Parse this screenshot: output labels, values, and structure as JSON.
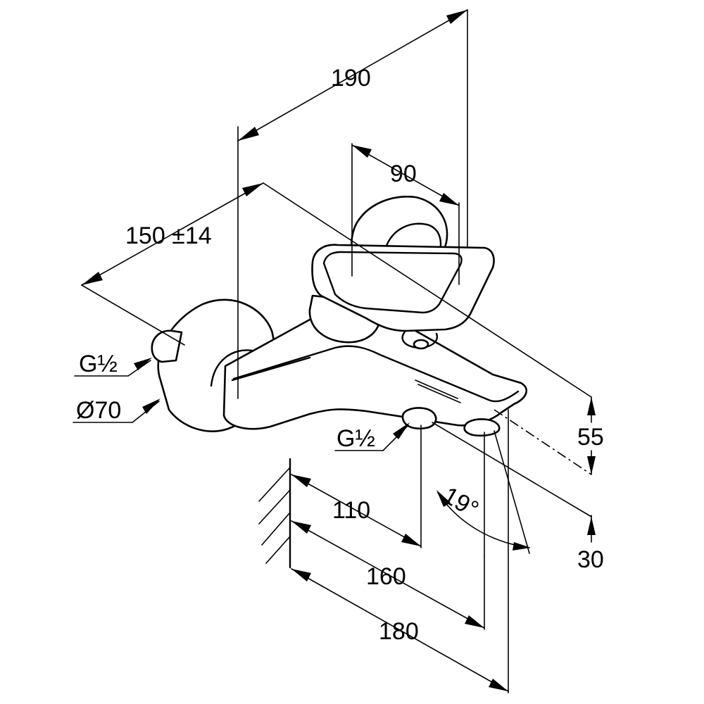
{
  "dimensions": {
    "total_depth": "190",
    "handle_depth": "90",
    "connection_distance": "150 ±14",
    "thread_top": "G½",
    "rosette_diameter": "Ø70",
    "thread_bottom": "G½",
    "outlet_height": "55",
    "spout_offset": "30",
    "spout_angle": "19°",
    "wall_to_outlet": "110",
    "wall_to_spout": "160",
    "wall_to_spout_tip": "180"
  }
}
